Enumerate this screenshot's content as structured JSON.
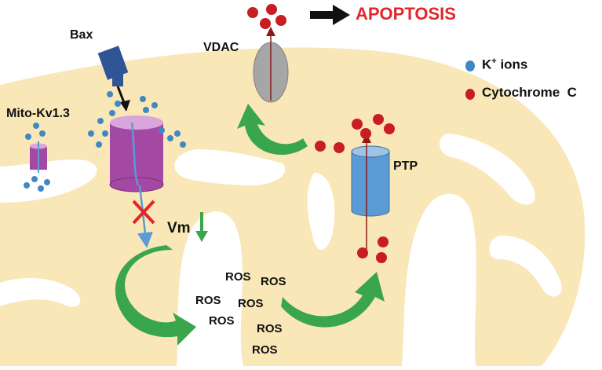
{
  "labels": {
    "bax": "Bax",
    "mito_kv": "Mito-Kv1.3",
    "vdac": "VDAC",
    "apoptosis": "APOPTOSIS",
    "ptp": "PTP",
    "vm": "Vm",
    "ros": [
      "ROS",
      "ROS",
      "ROS",
      "ROS",
      "ROS",
      "ROS",
      "ROS"
    ]
  },
  "legend": {
    "k_ions_prefix": "K",
    "k_ions_sup": "+",
    "k_ions_suffix": " ions",
    "cytochrome": "Cytochrome  C"
  },
  "colors": {
    "mitochondrion_fill": "#f9e7b7",
    "k_ion": "#3f88c5",
    "cytochrome_c": "#c81d21",
    "channel_purple": "#a349a4",
    "channel_blue": "#5b9bd5",
    "bax_blue": "#2f5597",
    "green_arrow": "#3aa64c",
    "apoptosis_red": "#e3262b",
    "vdac_gray": "#a6a6a6"
  },
  "icons": [
    "bax-protein-icon",
    "mito-kv1.3-channel-icon",
    "vdac-channel-icon",
    "ptp-channel-icon",
    "block-x-icon",
    "down-arrow-icon",
    "curved-arrow-icon"
  ]
}
